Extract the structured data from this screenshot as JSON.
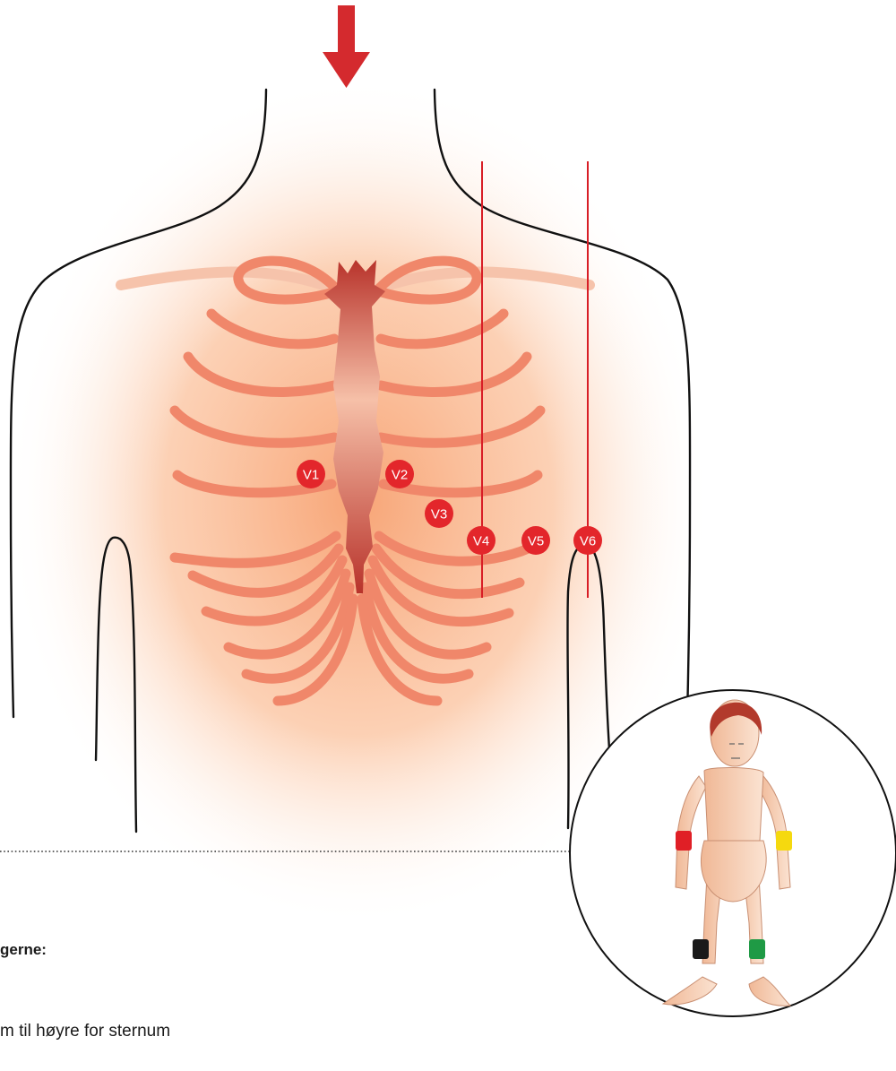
{
  "electrodes": [
    {
      "label": "V1"
    },
    {
      "label": "V2"
    },
    {
      "label": "V3"
    },
    {
      "label": "V4"
    },
    {
      "label": "V5"
    },
    {
      "label": "V6"
    }
  ],
  "caption": {
    "heading": "gerne:",
    "line": "m til høyre for sternum"
  },
  "colors": {
    "arrow": "#d42a2e",
    "electrode": "#e3262b",
    "rib": "#f0876a",
    "sternum": "#c23a2f",
    "guide_line": "#d81e26",
    "cuff_right_arm": "#e01f26",
    "cuff_left_arm": "#f5d90f",
    "cuff_right_leg": "#1a1a1a",
    "cuff_left_leg": "#1f9a45"
  }
}
